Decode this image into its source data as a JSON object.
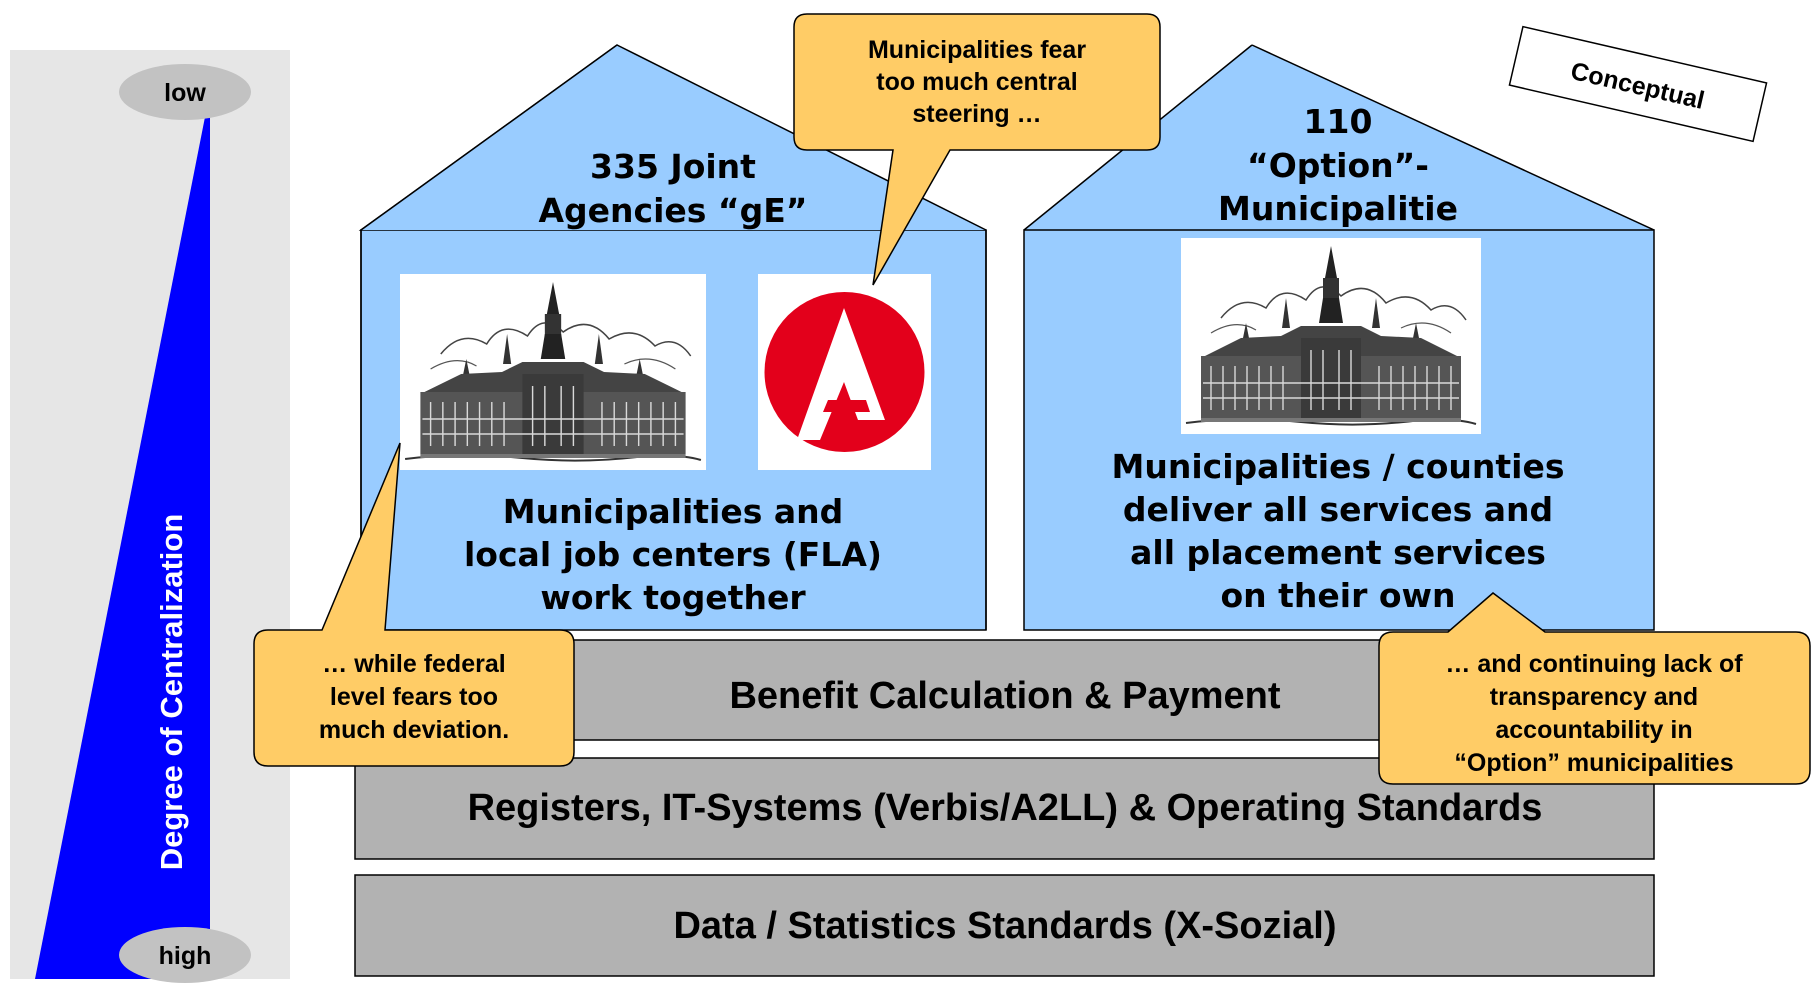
{
  "centralization": {
    "low_label": "low",
    "high_label": "high",
    "axis_label": "Degree of Centralization"
  },
  "stamp": {
    "text": "Conceptual"
  },
  "left_house": {
    "title_line1": "335 Joint",
    "title_line2": "Agencies “gE”",
    "body_line1": "Municipalities and",
    "body_line2": "local job centers (FLA)",
    "body_line3": "work together"
  },
  "right_house": {
    "title_line1": "110",
    "title_line2": "“Option”-",
    "title_line3": "Municipalitie",
    "body_line1": "Municipalities / counties",
    "body_line2": "deliver all services and",
    "body_line3": "all placement services",
    "body_line4": "on their own"
  },
  "layers": {
    "benefit": "Benefit Calculation & Payment",
    "registers": "Registers, IT-Systems (Verbis/A2LL) & Operating Standards",
    "data": "Data / Statistics Standards (X-Sozial)"
  },
  "callouts": {
    "top_line1": "Municipalities fear",
    "top_line2": "too much central",
    "top_line3": "steering …",
    "left_line1": "… while federal",
    "left_line2": "level fears too",
    "left_line3": "much deviation.",
    "right_line1": "… and continuing lack of",
    "right_line2": "transparency and",
    "right_line3": "accountability in",
    "right_line4": "“Option” municipalities"
  },
  "colors": {
    "house_fill": "#99ccff",
    "layer_fill": "#b2b2b2",
    "callout_fill": "#ffcc66",
    "wedge_fill": "#0000ff",
    "panel_fill": "#e6e6e6",
    "logo_red": "#e3001b"
  },
  "icons": [
    "town-hall-sketch-icon",
    "federal-employment-agency-logo-icon"
  ]
}
